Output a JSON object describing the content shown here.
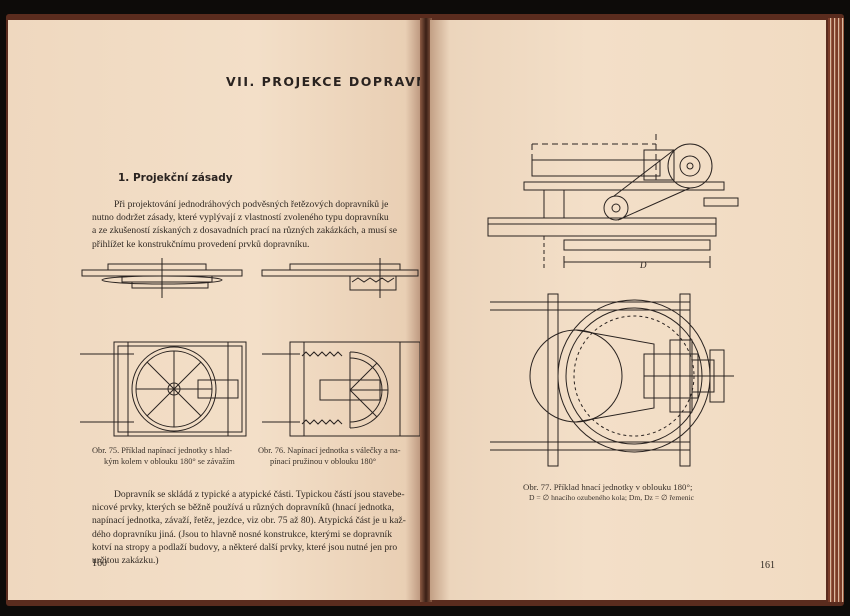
{
  "left_page": {
    "chapter_title": "VII. PROJEKCE DOPRAVNÍKŮ",
    "section_title": "1. Projekční zásady",
    "paragraph1_lines": [
      "Při projektování jednodráhových podvěsných řetězových dopravníků je",
      "nutno dodržet zásady, které vyplývají z vlastností zvoleného typu dopravníku",
      "a ze zkušeností získaných z dosavadních prací na různých zakázkách, a musí se",
      "přihlížet ke konstrukčnímu provedení prvků dopravníku."
    ],
    "caption75_lines": [
      "Obr. 75. Příklad napínací jednotky s hlad-",
      "kým kolem v oblouku 180° se závažím"
    ],
    "caption76_lines": [
      "Obr. 76. Napínací jednotka s válečky a na-",
      "pínací pružinou v oblouku 180°"
    ],
    "paragraph2_lines": [
      "Dopravník se skládá z typické a atypické části. Typickou částí jsou stavebe-",
      "nicové prvky, kterých se běžně používá u různých dopravníků (hnací jednotka,",
      "napínací jednotka, závaží, řetěz, jezdce, viz obr. 75 až 80). Atypická část je u kaž-",
      "dého dopravníku jiná. (Jsou to hlavně nosné konstrukce, kterými se dopravník",
      "kotví na stropy a podlaží budovy, a některé další prvky, které jsou nutné jen pro",
      "určitou zakázku.)"
    ],
    "page_number": "160"
  },
  "right_page": {
    "dimension_label": "D",
    "caption77_line1": "Obr. 77. Příklad hnací jednotky v oblouku 180°;",
    "caption77_line2": "D = ∅ hnacího ozubeného kola; Dm, Dz = ∅ řemenic",
    "page_number": "161"
  }
}
